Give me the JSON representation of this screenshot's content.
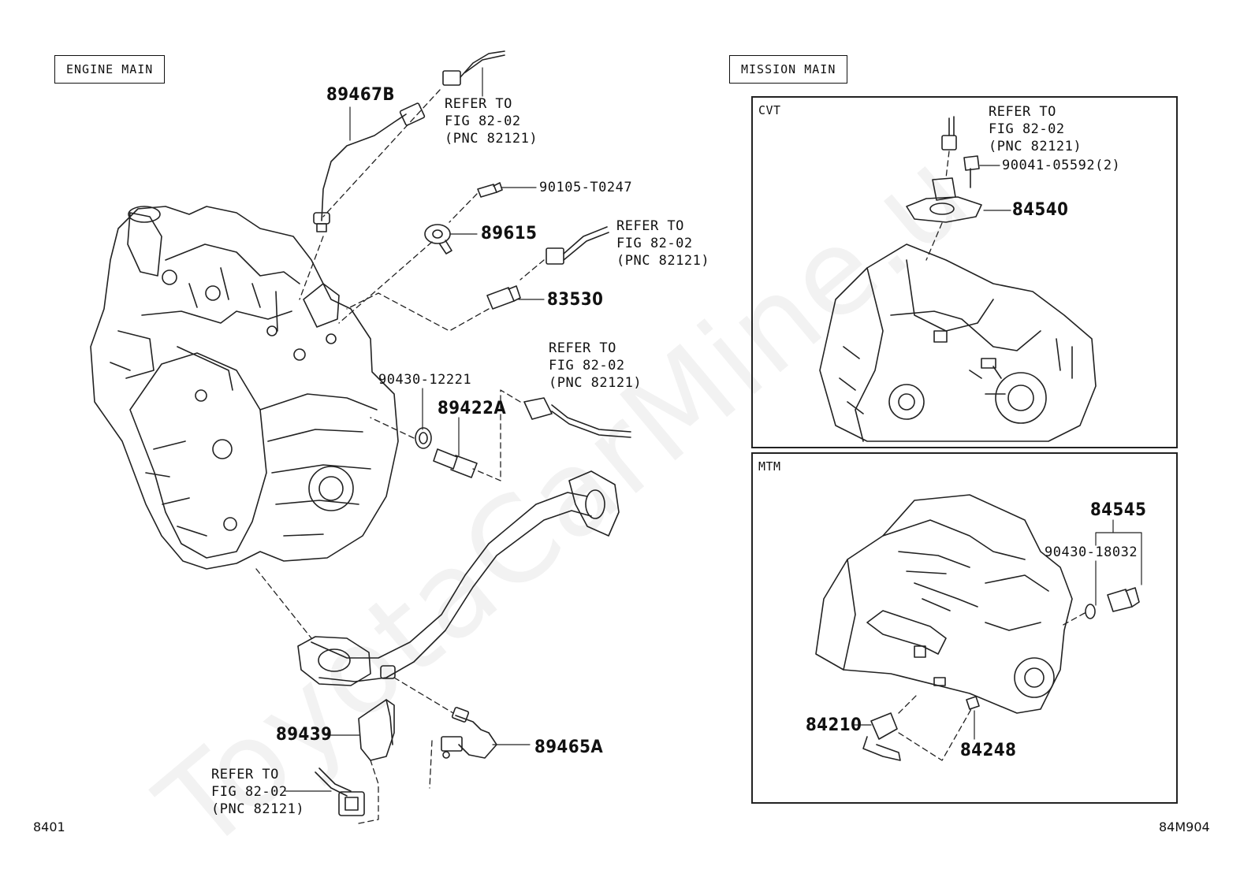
{
  "sections": {
    "engine_main": "ENGINE MAIN",
    "mission_main": "MISSION MAIN",
    "cvt": "CVT",
    "mtm": "MTM"
  },
  "refer": {
    "line1": "REFER TO",
    "line2": "FIG 82-02",
    "line3": "(PNC 82121)"
  },
  "parts": {
    "p89467B": "89467B",
    "p90105": "90105-T0247",
    "p89615": "89615",
    "p83530": "83530",
    "p90430_12221": "90430-12221",
    "p89422A": "89422A",
    "p89439": "89439",
    "p89465A": "89465A",
    "p90041": "90041-05592(2)",
    "p84540": "84540",
    "p84545": "84545",
    "p90430_18032": "90430-18032",
    "p84210": "84210",
    "p84248": "84248"
  },
  "footer": {
    "left_code": "8401",
    "right_code": "84M904"
  },
  "watermark": "ToyotaCarMine.u"
}
